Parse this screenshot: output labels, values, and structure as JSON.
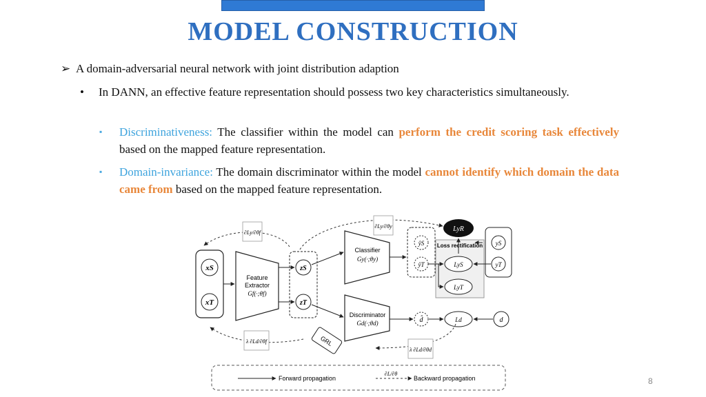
{
  "slide": {
    "title": "MODEL CONSTRUCTION",
    "page_number": "8"
  },
  "bullets": {
    "l1": "A domain-adversarial neural network with joint distribution adaption",
    "l2_text": "In DANN, an effective feature representation should possess two key characteristics simultaneously.",
    "l3a": {
      "term": "Discriminativeness:",
      "pre": "The classifier within the model can",
      "highlight": "perform the credit scoring task effectively",
      "post": "based on the mapped feature representation."
    },
    "l3b": {
      "term": "Domain-invariance:",
      "pre": "The domain discriminator within the model",
      "highlight": "cannot identify which domain the data came from",
      "post": "based on the mapped feature representation."
    }
  },
  "diagram": {
    "feature_extractor": [
      "Feature",
      "Extractor",
      "Gf(·;θf)"
    ],
    "classifier": [
      "Classifier",
      "Gy(·;θy)"
    ],
    "discriminator": [
      "Discriminator",
      "Gd(·;θd)"
    ],
    "grl": "GRL",
    "loss_rectification": "Loss rectification",
    "inputs": [
      "xS",
      "xT"
    ],
    "features": [
      "zS",
      "zT"
    ],
    "predictions": [
      "ŷS",
      "ŷT"
    ],
    "labels": [
      "yS",
      "yT"
    ],
    "losses": [
      "LyR",
      "LyS",
      "LyT",
      "Ld"
    ],
    "domain_pred": "d̂",
    "domain_label": "d",
    "grad_labels": {
      "dLy_dthf": "∂Ly/∂θf",
      "dLy_dthy": "∂Ly/∂θy",
      "lam_dLd_dthf": "λ ∂Ld/∂θf",
      "lam_dLd_dthd": "λ ∂Ld/∂θd"
    },
    "legend": {
      "forward": "Forward propagation",
      "backward": "Backward propagation",
      "dL_dth": "∂L/∂θ"
    }
  }
}
